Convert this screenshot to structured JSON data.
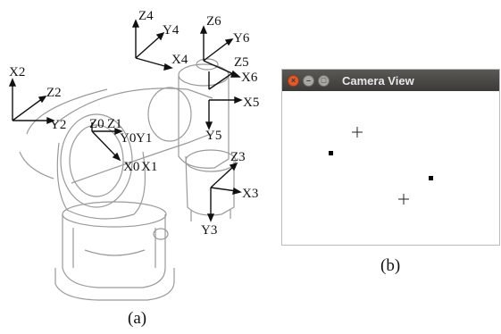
{
  "panel_a": {
    "caption": "(a)",
    "frames": {
      "z2": "Z2",
      "x2": "X2",
      "y2": "Y2",
      "z0": "Z0",
      "z1": "Z1",
      "y0": "Y0",
      "y1": "Y1",
      "x0": "X0",
      "x1": "X1",
      "z4": "Z4",
      "y4": "Y4",
      "x4": "X4",
      "z6": "Z6",
      "y6": "Y6",
      "z5": "Z5",
      "x6": "X6",
      "x5": "X5",
      "y5": "Y5",
      "z3": "Z3",
      "x3": "X3",
      "y3": "Y3"
    }
  },
  "panel_b": {
    "caption": "(b)",
    "window_title": "Camera View",
    "window_buttons": [
      "close-icon",
      "minimize-icon",
      "maximize-icon"
    ]
  }
}
